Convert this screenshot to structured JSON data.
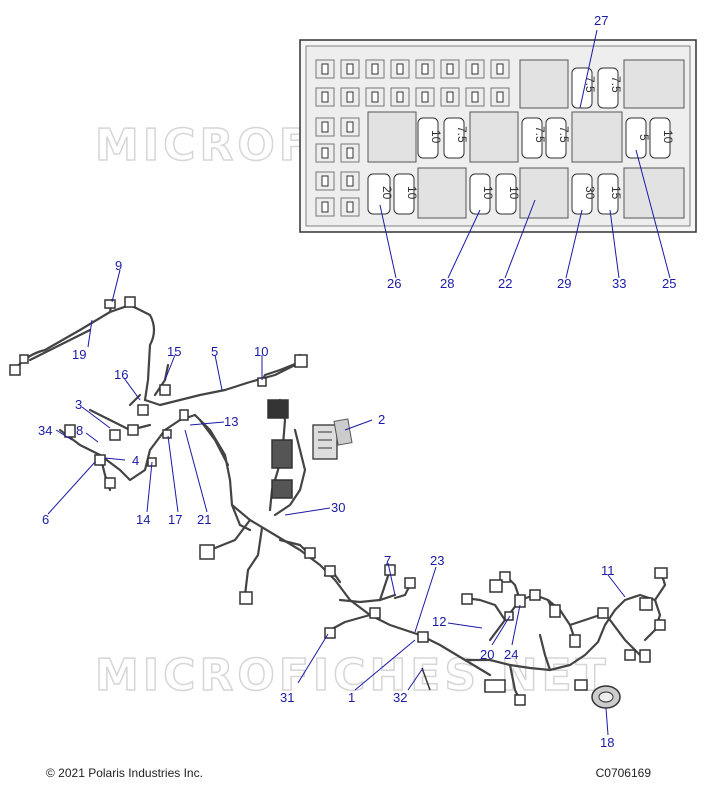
{
  "watermark": "MICROFICHES.NET",
  "footer": {
    "copyright": "© 2021 Polaris Industries Inc.",
    "code": "C0706169"
  },
  "fuse_values": [
    "7.5",
    "7.5",
    "10",
    "7.5",
    "7.5",
    "7.5",
    "5",
    "10",
    "20",
    "10",
    "10",
    "10",
    "30",
    "15"
  ],
  "callouts": [
    "1",
    "2",
    "3",
    "4",
    "5",
    "6",
    "7",
    "8",
    "9",
    "10",
    "11",
    "12",
    "13",
    "14",
    "15",
    "16",
    "17",
    "18",
    "19",
    "20",
    "21",
    "22",
    "23",
    "24",
    "25",
    "26",
    "27",
    "28",
    "29",
    "30",
    "31",
    "32",
    "33",
    "34"
  ]
}
